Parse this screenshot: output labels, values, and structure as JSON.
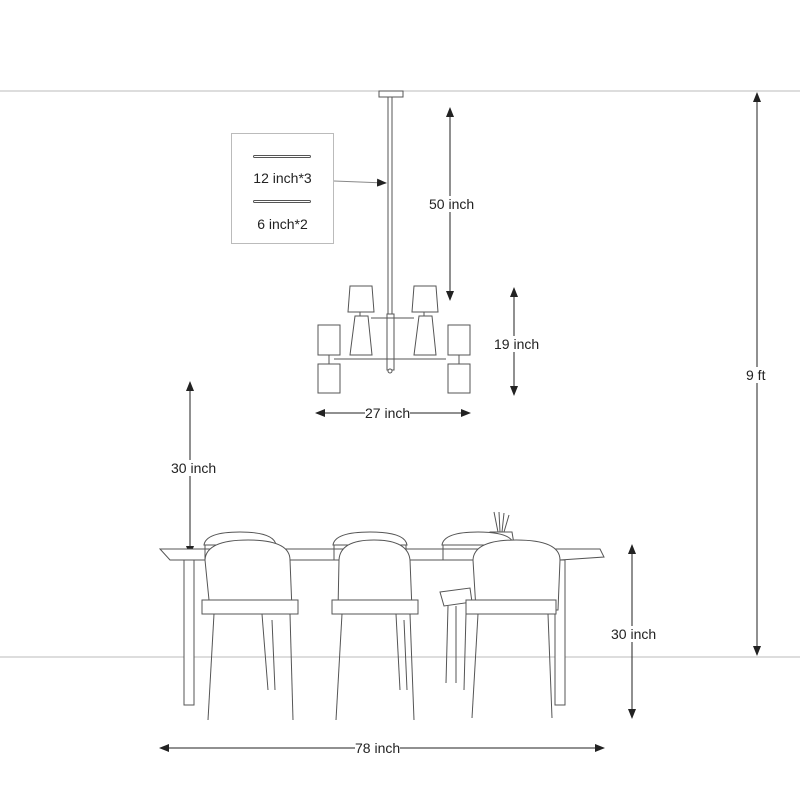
{
  "dimensions": {
    "rod_long": "12 inch*3",
    "rod_short": "6 inch*2",
    "chain_length": "50 inch",
    "fixture_height": "19 inch",
    "fixture_width": "27 inch",
    "clearance_above_table": "30 inch",
    "table_height": "30 inch",
    "table_length": "78 inch",
    "ceiling_height": "9 ft"
  },
  "colors": {
    "line": "#555555",
    "dimension": "#222222",
    "guide": "#bbbbbb"
  }
}
